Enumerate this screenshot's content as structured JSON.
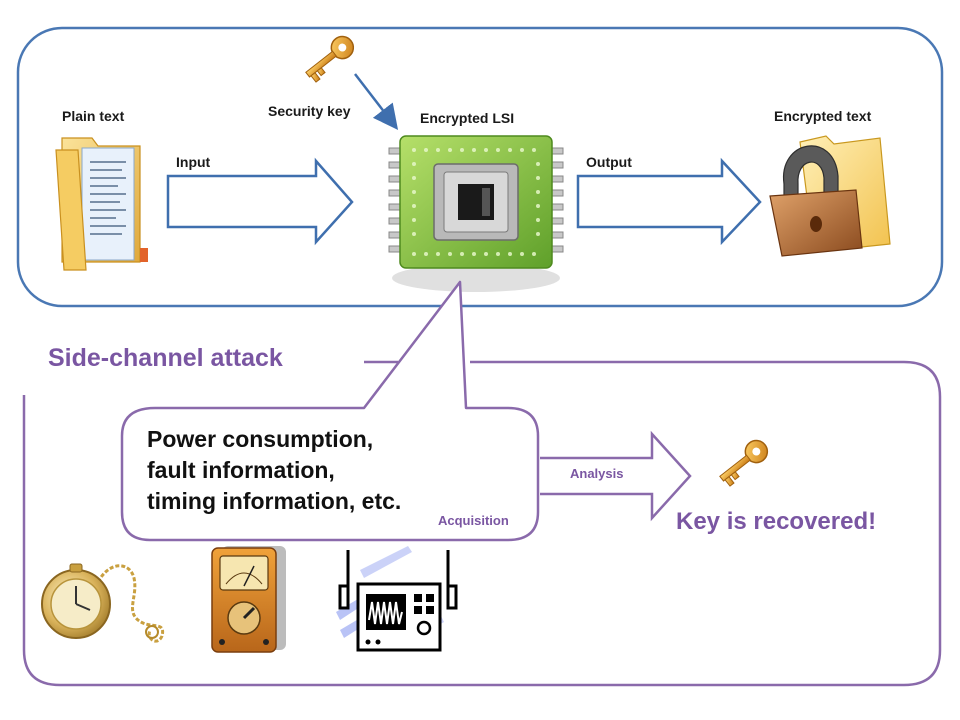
{
  "top_flow": {
    "plain_text_label": "Plain text",
    "security_key_label": "Security key",
    "lsi_label": "Encrypted LSI",
    "encrypted_text_label": "Encrypted text",
    "input_label": "Input",
    "output_label": "Output"
  },
  "attack": {
    "title": "Side-channel attack",
    "bubble_lines": [
      "Power consumption,",
      "fault information,",
      "timing information, etc."
    ],
    "acquisition_label": "Acquisition",
    "analysis_label": "Analysis",
    "result": "Key is recovered!"
  },
  "icons": [
    "folder-document-icon",
    "key-icon",
    "chip-icon",
    "locked-folder-icon",
    "pocket-watch-icon",
    "multimeter-icon",
    "oscilloscope-icon"
  ],
  "colors": {
    "top_border": "#4a78b4",
    "arrow_stroke": "#3f6fae",
    "bottom_border": "#8a6aab",
    "attack_purple": "#7a56a2",
    "chip_green": "#7dbb3c",
    "key_gold": "#e0a030"
  }
}
